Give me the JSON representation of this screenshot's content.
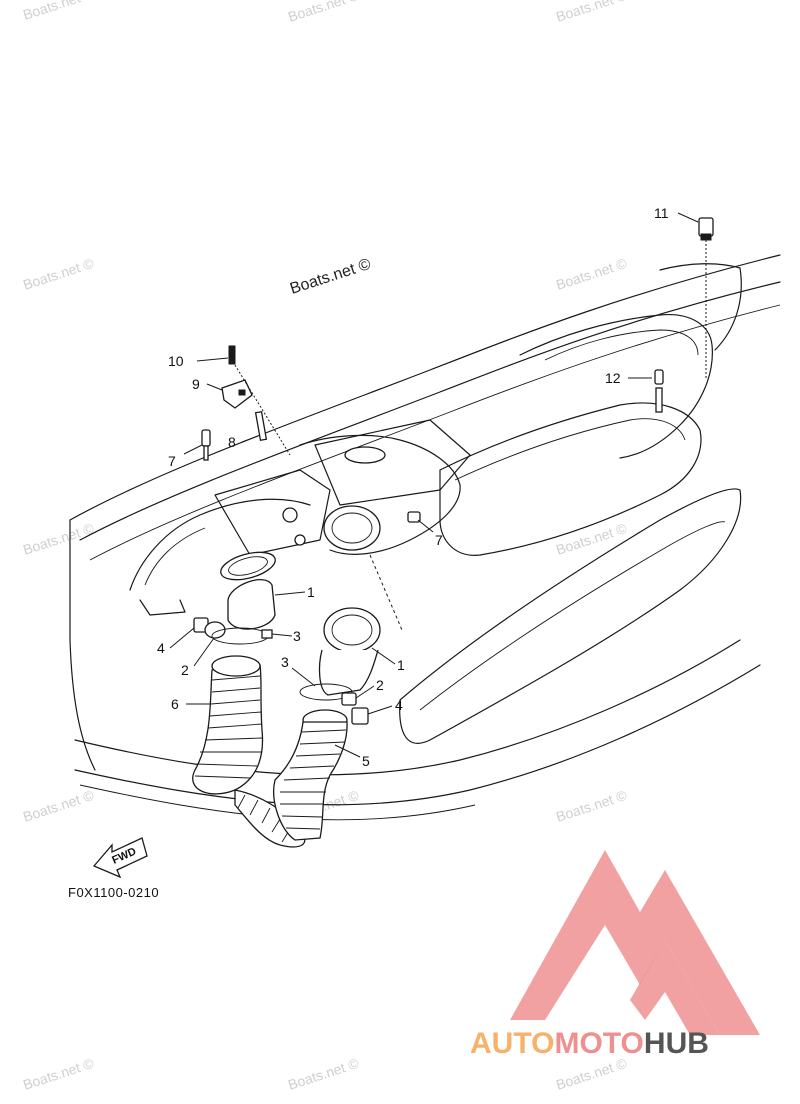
{
  "watermarks": [
    "Boats.net ©",
    "Boats.net ©",
    "Boats.net ©",
    "Boats.net ©",
    "Boats.net ©",
    "Boats.net ©",
    "Boats.net ©",
    "Boats.net ©",
    "Boats.net ©",
    "Boats.net ©",
    "Boats.net ©",
    "Boats.net ©",
    "Boats.net ©"
  ],
  "center_watermark": "Boats.net ©",
  "callouts": [
    "1",
    "1",
    "2",
    "2",
    "3",
    "3",
    "4",
    "4",
    "5",
    "6",
    "7",
    "7",
    "8",
    "9",
    "10",
    "11",
    "12"
  ],
  "fwd_label": "FWD",
  "figure_code": "F0X1100-0210",
  "logo": {
    "part1": "AUTO",
    "part2": "MOTO",
    "part3": "HUB",
    "accent": "#ef9090",
    "accent2": "#f6b26b",
    "text_dark": "#555555"
  }
}
